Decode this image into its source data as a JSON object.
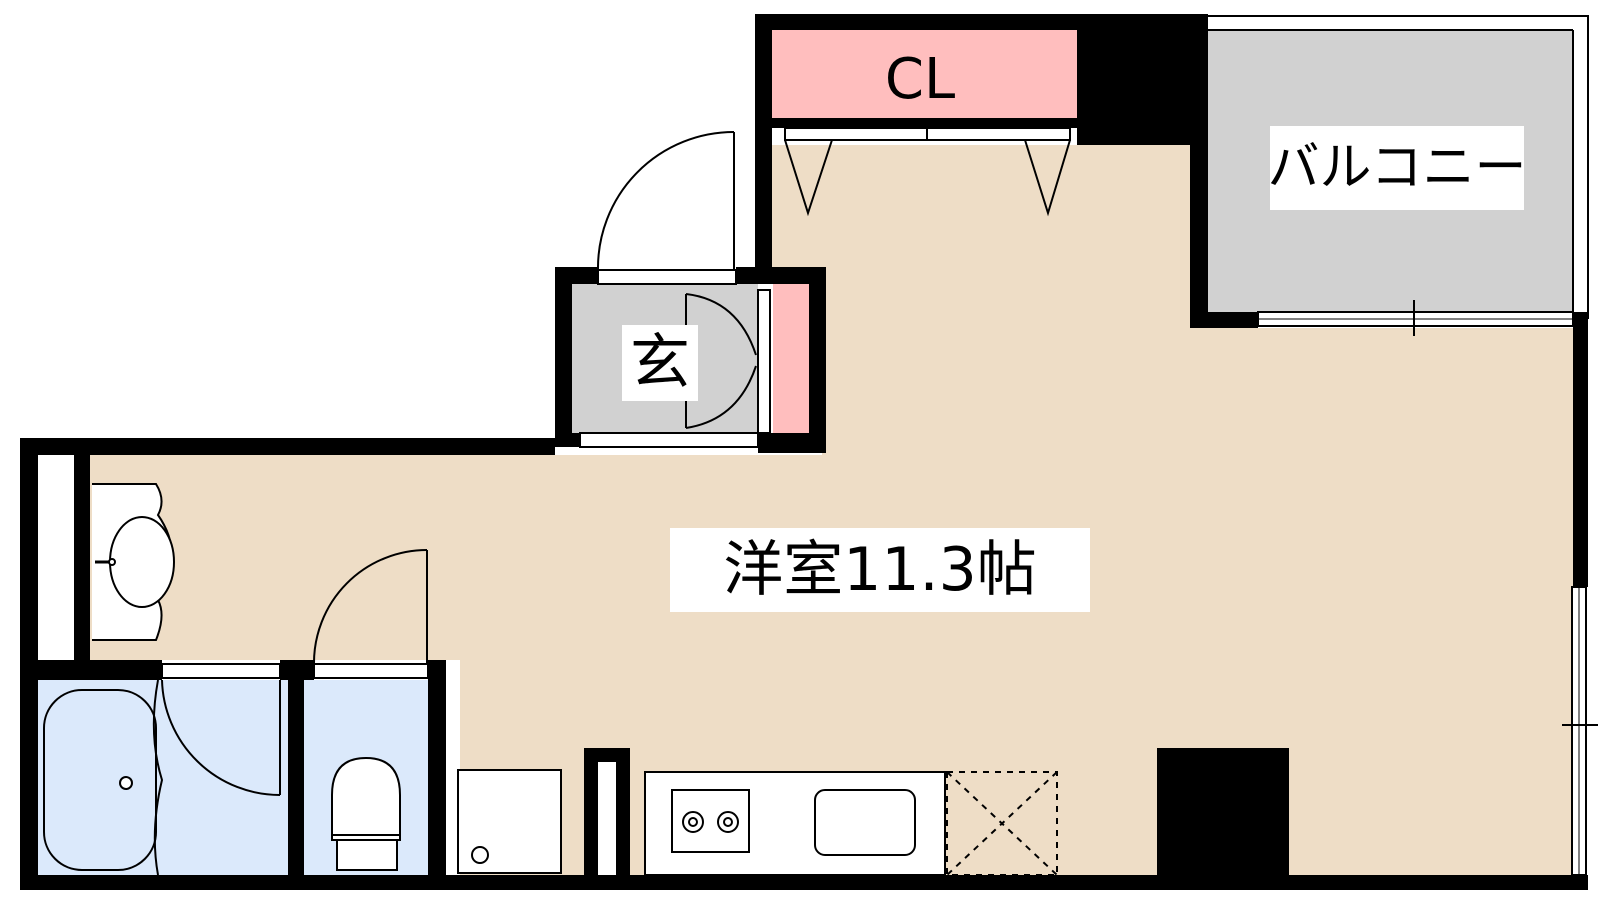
{
  "rooms": {
    "western_room": "洋室11.3帖",
    "balcony": "バルコニー",
    "closet": "CL",
    "entrance": "玄"
  },
  "colors": {
    "floor": "#eeddc6",
    "wall": "#000000",
    "wet_area": "#dbe9fb",
    "entrance_floor": "#d1d1d1",
    "balcony_floor": "#d1d1d1",
    "storage": "#ffbebe"
  }
}
